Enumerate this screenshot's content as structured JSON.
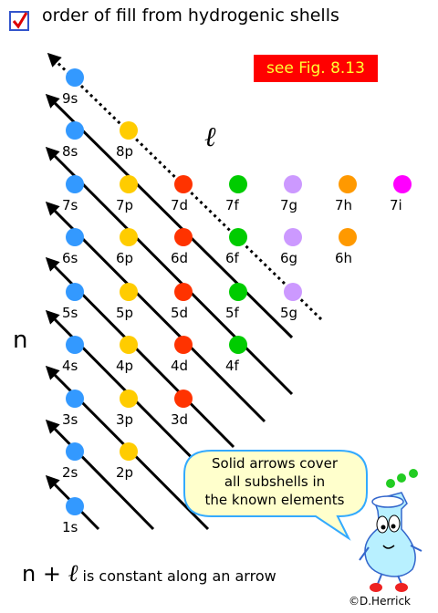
{
  "header": {
    "checkbox_icon": "red-check-in-blue-box",
    "title": "order of fill from hydrogenic shells"
  },
  "figure_badge": "see Fig. 8.13",
  "axis_labels": {
    "n": "n",
    "ell": "ℓ"
  },
  "subshells": [
    {
      "label": "9s",
      "color": "#3399ff"
    },
    {
      "label": "8s",
      "color": "#3399ff"
    },
    {
      "label": "8p",
      "color": "#ffcc00"
    },
    {
      "label": "7s",
      "color": "#3399ff"
    },
    {
      "label": "7p",
      "color": "#ffcc00"
    },
    {
      "label": "7d",
      "color": "#ff3300"
    },
    {
      "label": "7f",
      "color": "#00cc00"
    },
    {
      "label": "7g",
      "color": "#cc99ff"
    },
    {
      "label": "7h",
      "color": "#ff9900"
    },
    {
      "label": "7i",
      "color": "#ff00ff"
    },
    {
      "label": "6s",
      "color": "#3399ff"
    },
    {
      "label": "6p",
      "color": "#ffcc00"
    },
    {
      "label": "6d",
      "color": "#ff3300"
    },
    {
      "label": "6f",
      "color": "#00cc00"
    },
    {
      "label": "6g",
      "color": "#cc99ff"
    },
    {
      "label": "6h",
      "color": "#ff9900"
    },
    {
      "label": "5s",
      "color": "#3399ff"
    },
    {
      "label": "5p",
      "color": "#ffcc00"
    },
    {
      "label": "5d",
      "color": "#ff3300"
    },
    {
      "label": "5f",
      "color": "#00cc00"
    },
    {
      "label": "5g",
      "color": "#cc99ff"
    },
    {
      "label": "4s",
      "color": "#3399ff"
    },
    {
      "label": "4p",
      "color": "#ffcc00"
    },
    {
      "label": "4d",
      "color": "#ff3300"
    },
    {
      "label": "4f",
      "color": "#00cc00"
    },
    {
      "label": "3s",
      "color": "#3399ff"
    },
    {
      "label": "3p",
      "color": "#ffcc00"
    },
    {
      "label": "3d",
      "color": "#ff3300"
    },
    {
      "label": "2s",
      "color": "#3399ff"
    },
    {
      "label": "2p",
      "color": "#ffcc00"
    },
    {
      "label": "1s",
      "color": "#3399ff"
    }
  ],
  "speech_bubble": {
    "line1": "Solid arrows cover",
    "line2": "all subshells in",
    "line3": "the known elements"
  },
  "footer": {
    "n": "n",
    "plus": " + ",
    "ell": "ℓ",
    "rest": " is constant along an arrow"
  },
  "credit": "©D.Herrick"
}
